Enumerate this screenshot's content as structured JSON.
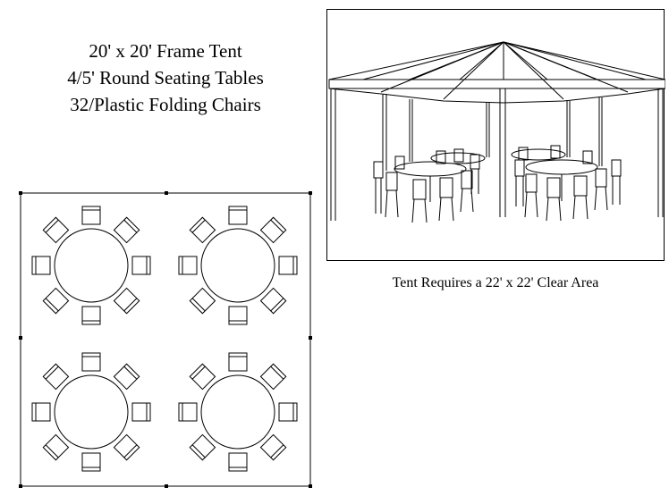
{
  "title": {
    "line1": "20' x 20' Frame Tent",
    "line2": "4/5' Round Seating Tables",
    "line3": "32/Plastic Folding Chairs"
  },
  "caption": "Tent Requires a 22' x 22' Clear Area",
  "floor_plan": {
    "tables": 4,
    "chairs_per_table": 8
  }
}
